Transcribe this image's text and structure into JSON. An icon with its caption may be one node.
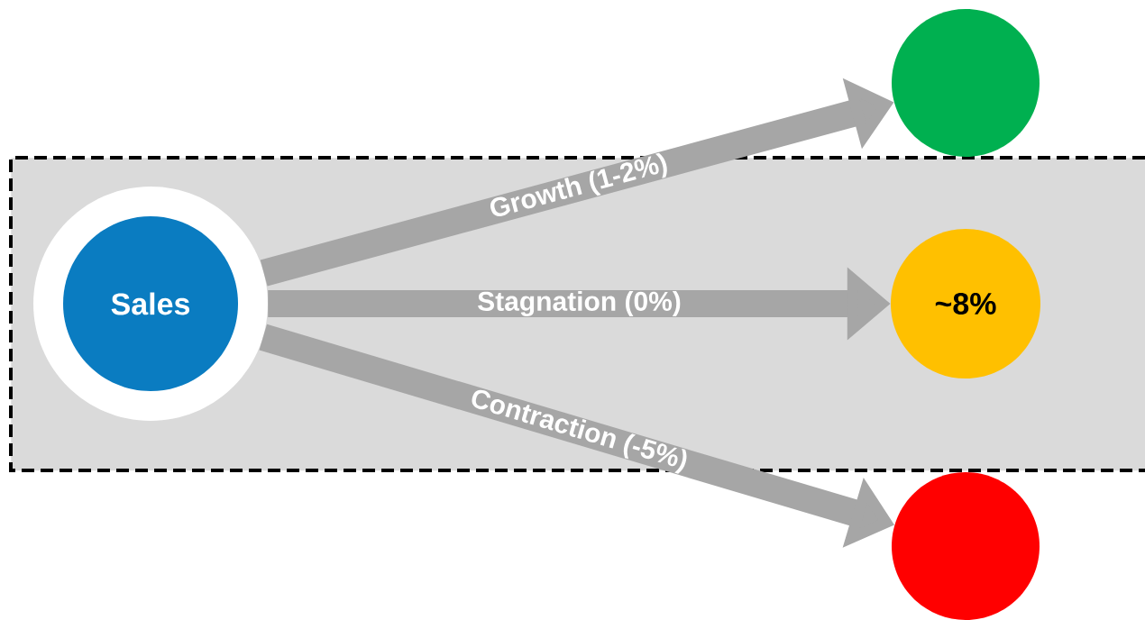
{
  "diagram": {
    "nodes": [
      {
        "text": [],
        "shape": "box"
      },
      {
        "text": [
          "Sales"
        ],
        "in": 0
      },
      {
        "text": [],
        "shape": "circle"
      },
      {
        "text": [
          "~8%"
        ],
        "in": 0
      },
      {
        "text": [],
        "shape": "circle"
      }
    ],
    "edges": [
      {
        "from": 1,
        "to": 2,
        "arrow": "to",
        "label": "Growth (1-2%)"
      },
      {
        "from": 1,
        "to": 3,
        "arrow": "to",
        "label": "Stagnation (0%)"
      },
      {
        "from": 1,
        "to": 4,
        "arrow": "to",
        "label": "Contraction (-5%)"
      }
    ]
  }
}
